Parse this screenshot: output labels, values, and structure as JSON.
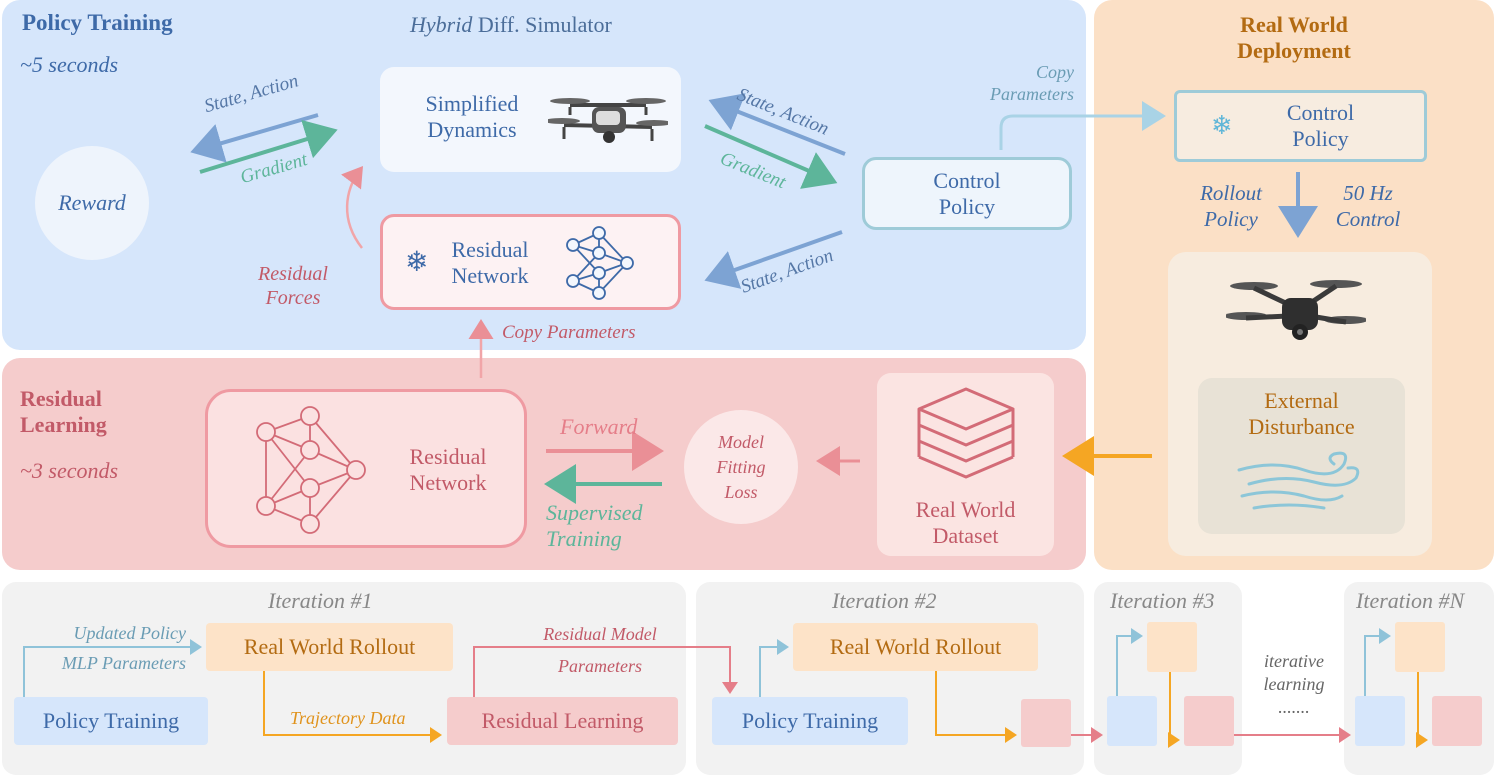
{
  "policy_training": {
    "title": "Policy Training",
    "time": "~5 seconds",
    "simulator_title_italic": "Hybrid",
    "simulator_title_rest": "Diff. Simulator",
    "reward": "Reward",
    "simplified_dynamics": [
      "Simplified",
      "Dynamics"
    ],
    "residual_network": [
      "Residual",
      "Network"
    ],
    "control_policy": [
      "Control",
      "Policy"
    ],
    "state_action_left": "State, Action",
    "gradient_left": "Gradient",
    "state_action_right_top": "State, Action",
    "gradient_right": "Gradient",
    "state_action_right_bottom": "State, Action",
    "residual_forces": [
      "Residual",
      "Forces"
    ],
    "copy_parameters": "Copy Parameters"
  },
  "real_world": {
    "title": [
      "Real World",
      "Deployment"
    ],
    "copy_parameters": [
      "Copy",
      "Parameters"
    ],
    "control_policy": [
      "Control",
      "Policy"
    ],
    "rollout_policy": [
      "Rollout",
      "Policy"
    ],
    "control_rate": [
      "50 Hz",
      "Control"
    ],
    "external_disturbance": [
      "External",
      "Disturbance"
    ]
  },
  "residual_learning": {
    "title": [
      "Residual",
      "Learning"
    ],
    "time": "~3 seconds",
    "residual_network": [
      "Residual",
      "Network"
    ],
    "forward": "Forward",
    "supervised_training": [
      "Supervised",
      "Training"
    ],
    "model_fitting_loss": [
      "Model",
      "Fitting",
      "Loss"
    ],
    "real_world_dataset": [
      "Real World",
      "Dataset"
    ]
  },
  "iterations": {
    "it1": "Iteration #1",
    "it2": "Iteration #2",
    "it3": "Iteration #3",
    "itN": "Iteration #N",
    "updated_policy": "Updated Policy",
    "mlp_parameters": "MLP Parameters",
    "real_world_rollout": "Real World Rollout",
    "policy_training": "Policy Training",
    "residual_learning": "Residual Learning",
    "trajectory_data": "Trajectory Data",
    "residual_model": "Residual Model",
    "parameters": "Parameters",
    "iterative": "iterative",
    "learning": "learning",
    "ellipsis": "......."
  },
  "colors": {
    "blue_panel": "#d6e6fb",
    "red_panel": "#f5cccc",
    "orange_panel": "#fbe0c6",
    "gray_panel": "#f2f2f2",
    "blue_text": "#3e6aa8",
    "red_text": "#c25a68",
    "orange_text": "#b36b12",
    "teal": "#5db59a",
    "arrow_blue": "#7da3d3",
    "arrow_red": "#ea8f96",
    "arrow_orange": "#f5a623"
  },
  "icons": [
    "drone-icon",
    "neural-network-icon",
    "snowflake-icon",
    "dataset-stack-icon",
    "wind-icon"
  ]
}
